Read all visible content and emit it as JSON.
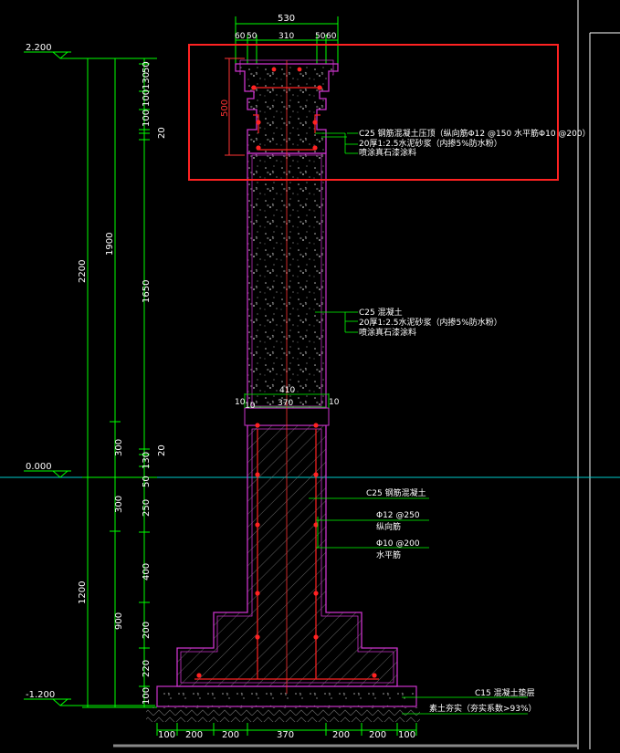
{
  "colors": {
    "background": "#000000",
    "dimension": "#00ff00",
    "outline": "#cc33cc",
    "text": "#ffffff",
    "axis": "#ff3333",
    "rebar": "#ff2222",
    "ground": "#00cccc",
    "highlight": "#ff2222"
  },
  "levels": {
    "top": "2.200",
    "zero": "0.000",
    "bottom": "-1.200"
  },
  "top_dims": {
    "overall": "530",
    "left_a": "60",
    "left_b": "50",
    "middle": "310",
    "right_a": "50",
    "right_b": "60"
  },
  "cap_height": "500",
  "left_dims": {
    "outer_upper": "2200",
    "outer_lower": "1200",
    "mid_upper": "1900",
    "mid_300_a": "300",
    "mid_300_b": "300",
    "mid_900": "900",
    "inner_50a": "50",
    "inner_130a": "130",
    "inner_100a": "100",
    "inner_100b": "100",
    "inner_20a": "20",
    "inner_1650": "1650",
    "inner_20b": "20",
    "inner_130b": "130",
    "inner_50b": "50",
    "inner_250": "250",
    "inner_400": "400",
    "inner_200": "200",
    "inner_220": "220",
    "inner_100c": "100"
  },
  "mid_dims": {
    "w410": "410",
    "w370": "370",
    "side_l1": "10",
    "side_l2": "10",
    "side_r": "10"
  },
  "bottom_dims": [
    "100",
    "200",
    "200",
    "370",
    "200",
    "200",
    "100"
  ],
  "notes": {
    "cap": [
      "C25 钢筋混凝土压顶（纵向筋Φ12 @150  水平筋Φ10 @200）",
      "20厚1:2.5水泥砂浆（内掺5%防水粉）",
      "喷涂真石漆涂料"
    ],
    "shaft": [
      "C25 混凝土",
      "20厚1:2.5水泥砂浆（内掺5%防水粉）",
      "喷涂真石漆涂料"
    ],
    "base_concrete": "C25 钢筋混凝土",
    "rebar_v_spec": "Φ12 @250",
    "rebar_v_name": "纵向筋",
    "rebar_h_spec": "Φ10 @200",
    "rebar_h_name": "水平筋",
    "cushion": "C15 混凝土垫层",
    "soil": "素土夯实（夯实系数>93%）"
  }
}
